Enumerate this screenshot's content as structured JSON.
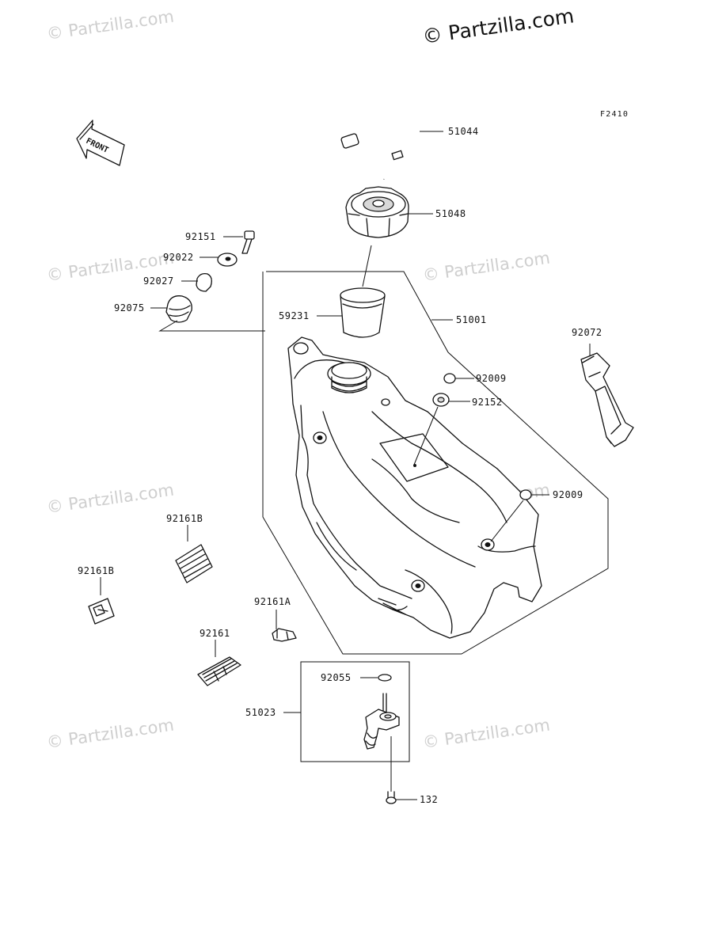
{
  "watermark": {
    "top_text": "© Partzilla.com",
    "repeat_text": "© Partzilla.com"
  },
  "diagram": {
    "code": "F2410",
    "front_label": "FRONT",
    "parts": [
      {
        "ref": "51044"
      },
      {
        "ref": "51048"
      },
      {
        "ref": "92151"
      },
      {
        "ref": "92022"
      },
      {
        "ref": "92027"
      },
      {
        "ref": "92075"
      },
      {
        "ref": "59231"
      },
      {
        "ref": "51001"
      },
      {
        "ref": "92072"
      },
      {
        "ref": "92009"
      },
      {
        "ref": "92152"
      },
      {
        "ref": "92009"
      },
      {
        "ref": "92161B"
      },
      {
        "ref": "92161B"
      },
      {
        "ref": "92161A"
      },
      {
        "ref": "92161"
      },
      {
        "ref": "92055"
      },
      {
        "ref": "51023"
      },
      {
        "ref": "132"
      }
    ]
  },
  "colors": {
    "line": "#111111",
    "watermark": "#cfcfcf",
    "background": "#ffffff"
  },
  "icons": [
    "front-arrow-icon"
  ]
}
